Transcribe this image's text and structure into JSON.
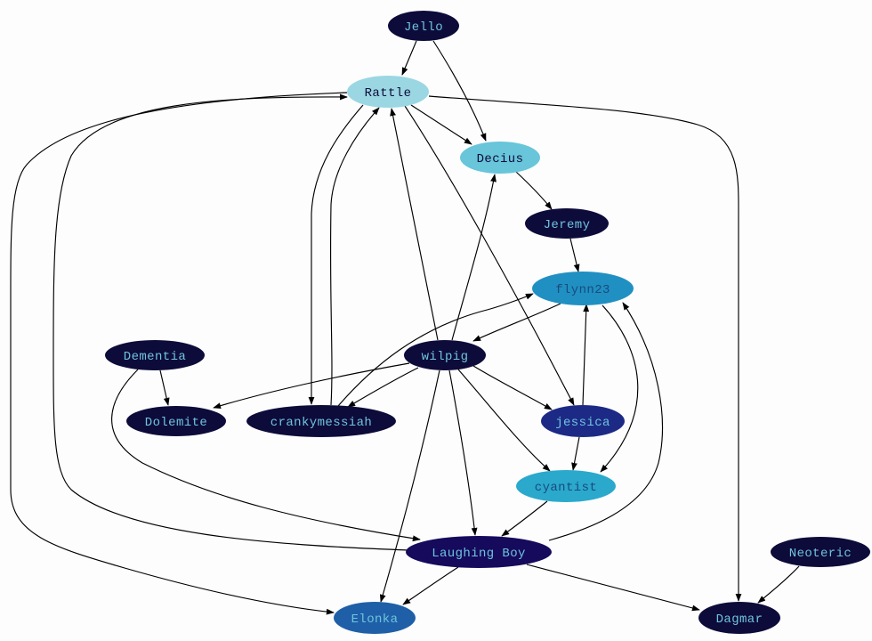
{
  "graph": {
    "nodes": [
      {
        "id": "Jello",
        "label": "Jello",
        "fill": "#0d0b3a",
        "text_color": "#6fc4dc"
      },
      {
        "id": "Rattle",
        "label": "Rattle",
        "fill": "#9ad7e3",
        "text_color": "#0d0b3a"
      },
      {
        "id": "Decius",
        "label": "Decius",
        "fill": "#68c5da",
        "text_color": "#0d0b3a"
      },
      {
        "id": "Jeremy",
        "label": "Jeremy",
        "fill": "#0d0b3a",
        "text_color": "#6fc4dc"
      },
      {
        "id": "flynn23",
        "label": "flynn23",
        "fill": "#2090c2",
        "text_color": "#1a4a80"
      },
      {
        "id": "wilpig",
        "label": "wilpig",
        "fill": "#0d0b3a",
        "text_color": "#6fc4dc"
      },
      {
        "id": "Dementia",
        "label": "Dementia",
        "fill": "#0d0b3a",
        "text_color": "#6fc4dc"
      },
      {
        "id": "Dolemite",
        "label": "Dolemite",
        "fill": "#0d0b3a",
        "text_color": "#6fc4dc"
      },
      {
        "id": "crankymessiah",
        "label": "crankymessiah",
        "fill": "#0d0b3a",
        "text_color": "#6fc4dc"
      },
      {
        "id": "jessica",
        "label": "jessica",
        "fill": "#1c2a86",
        "text_color": "#6fc4dc"
      },
      {
        "id": "cyantist",
        "label": "cyantist",
        "fill": "#2aa9cc",
        "text_color": "#1a4a80"
      },
      {
        "id": "Laughing Boy",
        "label": "Laughing Boy",
        "fill": "#150a5c",
        "text_color": "#6fc4dc"
      },
      {
        "id": "Neoteric",
        "label": "Neoteric",
        "fill": "#0d0b3a",
        "text_color": "#6fc4dc"
      },
      {
        "id": "Elonka",
        "label": "Elonka",
        "fill": "#1f5fa8",
        "text_color": "#6fc4dc"
      },
      {
        "id": "Dagmar",
        "label": "Dagmar",
        "fill": "#0d0b3a",
        "text_color": "#6fc4dc"
      }
    ],
    "edges": [
      {
        "from": "Jello",
        "to": "Rattle"
      },
      {
        "from": "Jello",
        "to": "Decius"
      },
      {
        "from": "Rattle",
        "to": "Decius"
      },
      {
        "from": "Rattle",
        "to": "Dagmar"
      },
      {
        "from": "Rattle",
        "to": "Elonka"
      },
      {
        "from": "Rattle",
        "to": "crankymessiah"
      },
      {
        "from": "Rattle",
        "to": "jessica"
      },
      {
        "from": "Decius",
        "to": "Jeremy"
      },
      {
        "from": "Jeremy",
        "to": "flynn23"
      },
      {
        "from": "flynn23",
        "to": "wilpig"
      },
      {
        "from": "flynn23",
        "to": "cyantist"
      },
      {
        "from": "wilpig",
        "to": "Rattle"
      },
      {
        "from": "wilpig",
        "to": "Decius"
      },
      {
        "from": "wilpig",
        "to": "Dolemite"
      },
      {
        "from": "wilpig",
        "to": "crankymessiah"
      },
      {
        "from": "wilpig",
        "to": "jessica"
      },
      {
        "from": "wilpig",
        "to": "cyantist"
      },
      {
        "from": "wilpig",
        "to": "Laughing Boy"
      },
      {
        "from": "wilpig",
        "to": "Elonka"
      },
      {
        "from": "crankymessiah",
        "to": "Rattle"
      },
      {
        "from": "crankymessiah",
        "to": "flynn23"
      },
      {
        "from": "Dementia",
        "to": "Dolemite"
      },
      {
        "from": "Dementia",
        "to": "Laughing Boy"
      },
      {
        "from": "jessica",
        "to": "flynn23"
      },
      {
        "from": "jessica",
        "to": "cyantist"
      },
      {
        "from": "cyantist",
        "to": "Laughing Boy"
      },
      {
        "from": "Laughing Boy",
        "to": "Rattle"
      },
      {
        "from": "Laughing Boy",
        "to": "flynn23"
      },
      {
        "from": "Laughing Boy",
        "to": "Elonka"
      },
      {
        "from": "Laughing Boy",
        "to": "Dagmar"
      },
      {
        "from": "Neoteric",
        "to": "Dagmar"
      }
    ]
  }
}
